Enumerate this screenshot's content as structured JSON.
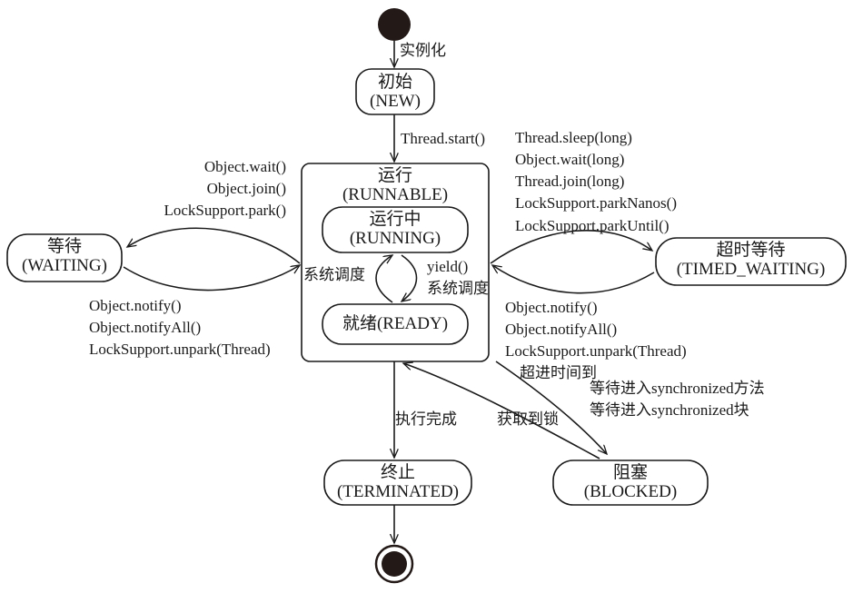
{
  "diagram": {
    "title": "Java Thread State Diagram",
    "type": "uml-state-machine",
    "stroke_color": "#1a1a1a",
    "fill_color": "#ffffff",
    "background": "#ffffff"
  },
  "nodes": {
    "start": {
      "name": "start-node",
      "shape": "filled-circle"
    },
    "end": {
      "name": "end-node",
      "shape": "bullseye-circle"
    },
    "new": {
      "cn": "初始",
      "en": "(NEW)"
    },
    "runnable": {
      "cn": "运行",
      "en": "(RUNNABLE)"
    },
    "running": {
      "cn": "运行中",
      "en": "(RUNNING)"
    },
    "ready": {
      "cn": "就绪",
      "en": "(READY)"
    },
    "waiting": {
      "cn": "等待",
      "en": "(WAITING)"
    },
    "timed_waiting": {
      "cn": "超时等待",
      "en": "(TIMED_WAITING)"
    },
    "blocked": {
      "cn": "阻塞",
      "en": "(BLOCKED)"
    },
    "terminated": {
      "cn": "终止",
      "en": "(TERMINATED)"
    }
  },
  "edges": {
    "start_to_new": {
      "label": "实例化"
    },
    "new_to_runnable": {
      "label": "Thread.start()"
    },
    "runnable_to_waiting": {
      "lines": [
        "Object.wait()",
        "Object.join()",
        "LockSupport.park()"
      ]
    },
    "waiting_to_runnable": {
      "lines": [
        "Object.notify()",
        "Object.notifyAll()",
        "LockSupport.unpark(Thread)"
      ]
    },
    "runnable_to_timed_waiting": {
      "lines": [
        "Thread.sleep(long)",
        "Object.wait(long)",
        "Thread.join(long)",
        "LockSupport.parkNanos()",
        "LockSupport.parkUntil()"
      ]
    },
    "timed_waiting_to_runnable": {
      "lines": [
        "Object.notify()",
        "Object.notifyAll()",
        "LockSupport.unpark(Thread)",
        "超进时间到"
      ]
    },
    "running_to_ready": {
      "lines": [
        "yield()",
        "系统调度"
      ]
    },
    "ready_to_running": {
      "label": "系统调度"
    },
    "runnable_to_blocked": {
      "lines": [
        "等待进入synchronized方法",
        "等待进入synchronized块"
      ]
    },
    "blocked_to_runnable": {
      "label": "获取到锁"
    },
    "runnable_to_terminated": {
      "label": "执行完成"
    }
  }
}
